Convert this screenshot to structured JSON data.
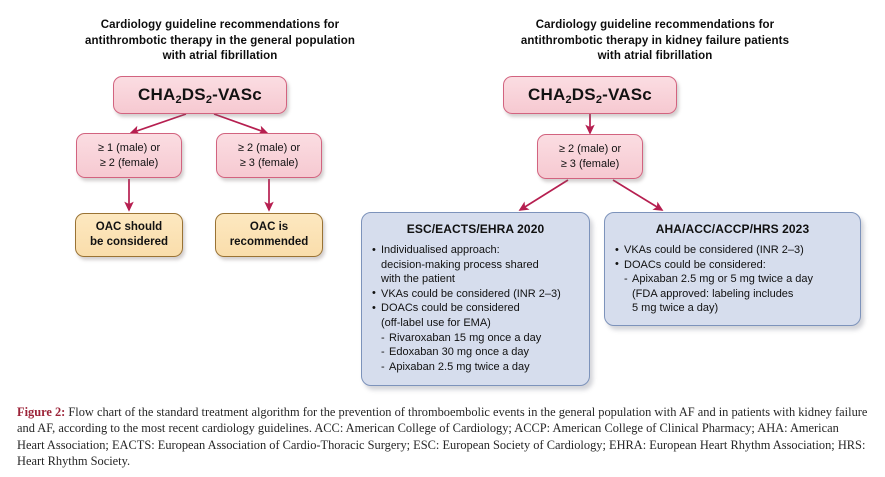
{
  "figure": {
    "titles": {
      "left": [
        "Cardiology guideline recommendations for",
        "antithrombotic therapy in the general population",
        "with atrial fibrillation"
      ],
      "right": [
        "Cardiology guideline recommendations for",
        "antithrombotic therapy in kidney failure patients",
        "with atrial fibrillation"
      ]
    },
    "root_label_prefix": "CHA",
    "root_sub1": "2",
    "root_mid": "DS",
    "root_sub2": "2",
    "root_suffix": "-VASc",
    "left_branch": {
      "criteria_a": [
        "≥ 1 (male) or",
        "≥ 2 (female)"
      ],
      "criteria_b": [
        "≥ 2 (male) or",
        "≥ 3 (female)"
      ],
      "outcome_a": [
        "OAC should",
        "be considered"
      ],
      "outcome_b": [
        "OAC is",
        "recommended"
      ]
    },
    "right_branch": {
      "criteria": [
        "≥ 2 (male) or",
        "≥ 3 (female)"
      ],
      "panels": [
        {
          "heading": "ESC/EACTS/EHRA 2020",
          "items": [
            {
              "kind": "bullet",
              "text": "Individualised approach:"
            },
            {
              "kind": "cont",
              "text": "decision-making process shared"
            },
            {
              "kind": "cont",
              "text": "with the patient"
            },
            {
              "kind": "bullet",
              "text": "VKAs could be considered (INR 2–3)"
            },
            {
              "kind": "bullet",
              "text": "DOACs could be considered"
            },
            {
              "kind": "cont",
              "text": "(off-label use for EMA)"
            },
            {
              "kind": "dash",
              "text": "Rivaroxaban 15 mg once a day"
            },
            {
              "kind": "dash",
              "text": "Edoxaban 30 mg once a day"
            },
            {
              "kind": "dash",
              "text": "Apixaban 2.5 mg twice a day"
            }
          ]
        },
        {
          "heading": "AHA/ACC/ACCP/HRS 2023",
          "items": [
            {
              "kind": "bullet",
              "text": "VKAs could be considered (INR 2–3)"
            },
            {
              "kind": "bullet",
              "text": "DOACs could be considered:"
            },
            {
              "kind": "dash",
              "text": "Apixaban 2.5 mg or 5 mg twice a day"
            },
            {
              "kind": "cont2",
              "text": "(FDA approved: labeling includes"
            },
            {
              "kind": "cont2",
              "text": "5 mg twice a day)"
            }
          ]
        }
      ]
    },
    "caption": {
      "label": "Figure 2:",
      "text": " Flow chart of the standard treatment algorithm for the prevention of thromboembolic events in the general population with AF and in patients with kidney failure and AF, according to the most recent cardiology guidelines. ACC: American College of Cardiology; ACCP: American College of Clinical Pharmacy; AHA: American Heart Association; EACTS: European Association of Cardio-Thoracic Surgery; ESC: European Society of Cardiology; EHRA: European Heart Rhythm Association; HRS: Heart Rhythm Society."
    },
    "colors": {
      "pink_fill": "#f7ced6",
      "pink_border": "#d2637f",
      "orange_fill": "#fadfac",
      "orange_border": "#9a7334",
      "blue_fill": "#d6dded",
      "blue_border": "#7d93bb",
      "arrow": "#b61f50",
      "caption_label": "#9c2338"
    }
  }
}
